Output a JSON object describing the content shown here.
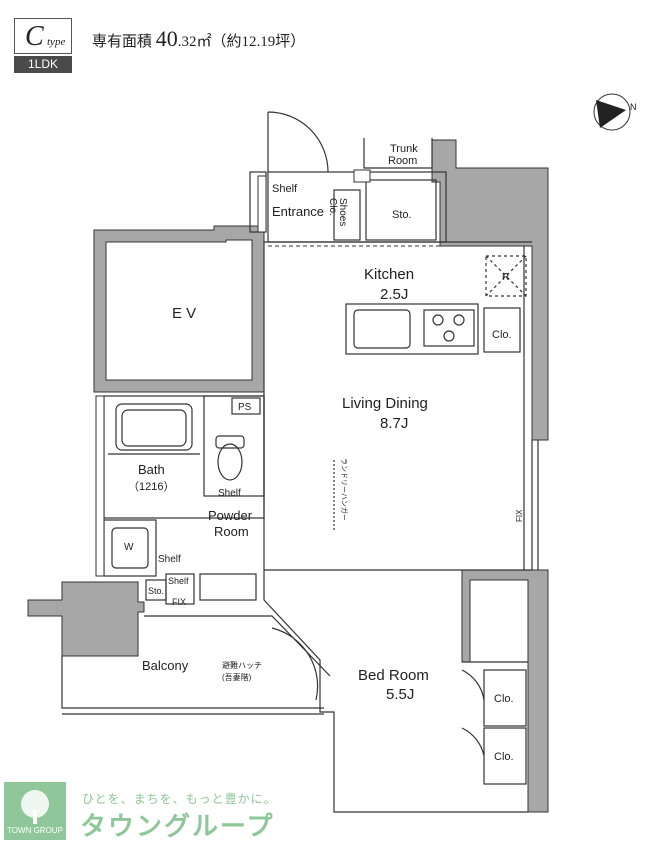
{
  "header": {
    "type_letter": "C",
    "type_sub": "type",
    "layout": "1LDK",
    "area_label": "専有面積",
    "area_value": "40",
    "area_decimal": ".32㎡",
    "area_tsubo": "（約12.19坪）"
  },
  "rooms": {
    "trunk_room": [
      "Trunk",
      "Room"
    ],
    "shelf_entrance": "Shelf",
    "entrance": "Entrance",
    "shoes": [
      "Shoes",
      "Clo."
    ],
    "sto": "Sto.",
    "kitchen": "Kitchen",
    "kitchen_size": "2.5J",
    "fridge": "R",
    "clo_kitchen": "Clo.",
    "ev": "E V",
    "ps": "PS",
    "living": "Living Dining",
    "living_size": "8.7J",
    "laundry_hanger": "ランドリーハンガー",
    "fix_right": "FIX",
    "bath": "Bath",
    "bath_size": "（1216）",
    "shelf_toilet": "Shelf",
    "powder": "Powder",
    "powder_room": "Room",
    "w": "W",
    "shelf_w": "Shelf",
    "shelf_small": "Shelf",
    "sto_small": "Sto.",
    "fix_small": "FIX",
    "balcony": "Balcony",
    "hatch": [
      "避難ハッチ",
      "(吾妻階)"
    ],
    "bedroom": "Bed Room",
    "bedroom_size": "5.5J",
    "clo_bed_1": "Clo.",
    "clo_bed_2": "Clo."
  },
  "compass": {
    "label": "N"
  },
  "footer": {
    "slogan": "ひとを、まちを、もっと豊かに。",
    "brand": "タウングループ",
    "logo_caption": "TOWN GROUP"
  },
  "colors": {
    "wall_gray": "#a7a7a7",
    "line": "#333333",
    "brand_green": "#8fc79a"
  }
}
